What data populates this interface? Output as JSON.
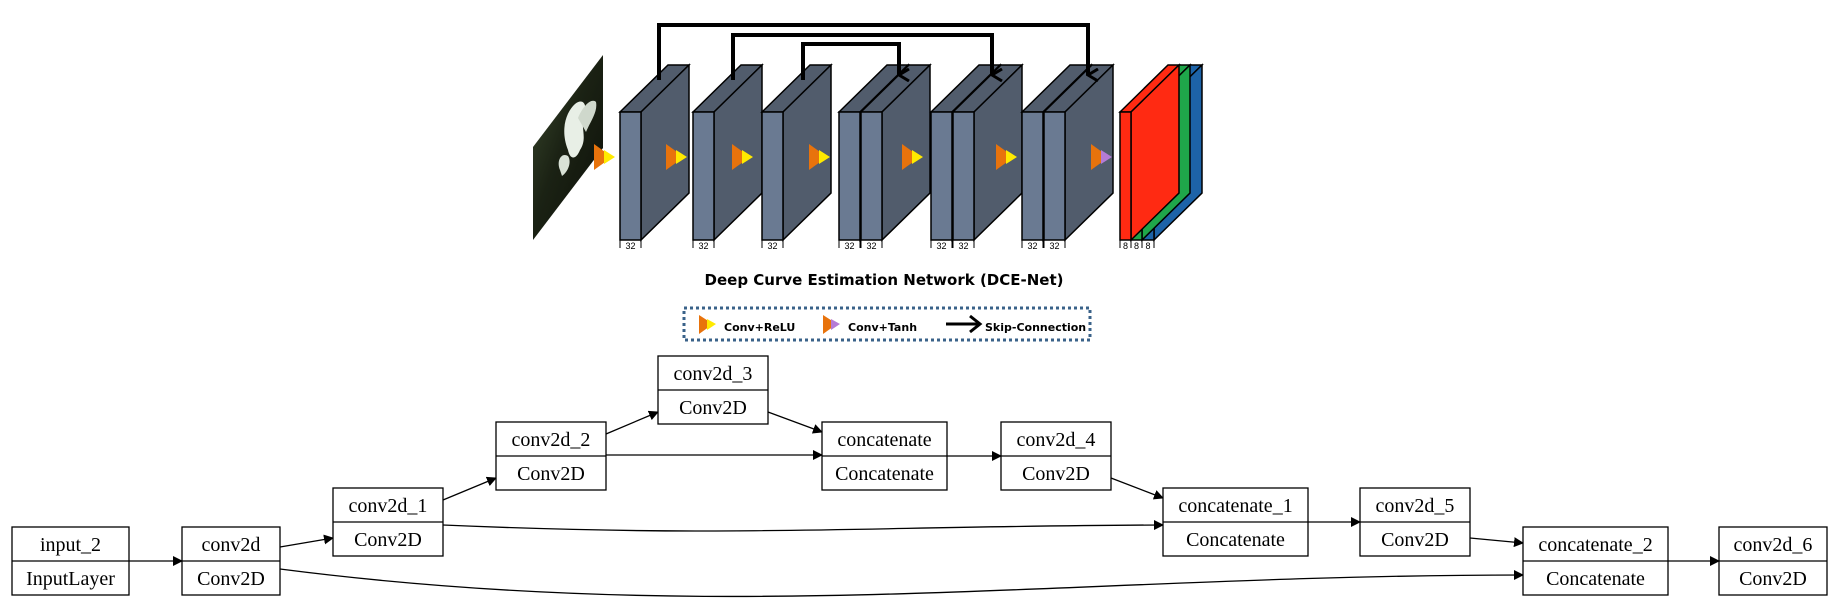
{
  "dce": {
    "title": "Deep Curve Estimation  Network (DCE-Net)",
    "filter_counts": [
      "32",
      "32",
      "32",
      "32",
      "32",
      "32",
      "32",
      "32",
      "32",
      "8",
      "8",
      "8"
    ],
    "colors": {
      "cube_front": "#6a7a92",
      "cube_side": "#515c6c",
      "relu_outer": "#e8730c",
      "relu_inner": "#ffea00",
      "tanh_inner": "#b57bd6",
      "red": "#ff2a12",
      "green": "#1fa64a",
      "blue": "#1d63a8",
      "legend_border": "#3a6289"
    },
    "legend": {
      "relu_label": "Conv+ReLU",
      "tanh_label": "Conv+Tanh",
      "skip_label": "Skip-Connection"
    }
  },
  "graph": {
    "nodes": [
      {
        "id": "input_2",
        "name": "input_2",
        "type": "InputLayer"
      },
      {
        "id": "conv2d",
        "name": "conv2d",
        "type": "Conv2D"
      },
      {
        "id": "conv2d_1",
        "name": "conv2d_1",
        "type": "Conv2D"
      },
      {
        "id": "conv2d_2",
        "name": "conv2d_2",
        "type": "Conv2D"
      },
      {
        "id": "conv2d_3",
        "name": "conv2d_3",
        "type": "Conv2D"
      },
      {
        "id": "concatenate",
        "name": "concatenate",
        "type": "Concatenate"
      },
      {
        "id": "conv2d_4",
        "name": "conv2d_4",
        "type": "Conv2D"
      },
      {
        "id": "concatenate_1",
        "name": "concatenate_1",
        "type": "Concatenate"
      },
      {
        "id": "conv2d_5",
        "name": "conv2d_5",
        "type": "Conv2D"
      },
      {
        "id": "concatenate_2",
        "name": "concatenate_2",
        "type": "Concatenate"
      },
      {
        "id": "conv2d_6",
        "name": "conv2d_6",
        "type": "Conv2D"
      }
    ],
    "edges": [
      [
        "input_2",
        "conv2d"
      ],
      [
        "conv2d",
        "conv2d_1"
      ],
      [
        "conv2d_1",
        "conv2d_2"
      ],
      [
        "conv2d_2",
        "conv2d_3"
      ],
      [
        "conv2d_3",
        "concatenate"
      ],
      [
        "conv2d_2",
        "concatenate"
      ],
      [
        "concatenate",
        "conv2d_4"
      ],
      [
        "conv2d_4",
        "concatenate_1"
      ],
      [
        "conv2d_1",
        "concatenate_1"
      ],
      [
        "concatenate_1",
        "conv2d_5"
      ],
      [
        "conv2d_5",
        "concatenate_2"
      ],
      [
        "conv2d",
        "concatenate_2"
      ],
      [
        "concatenate_2",
        "conv2d_6"
      ]
    ]
  }
}
